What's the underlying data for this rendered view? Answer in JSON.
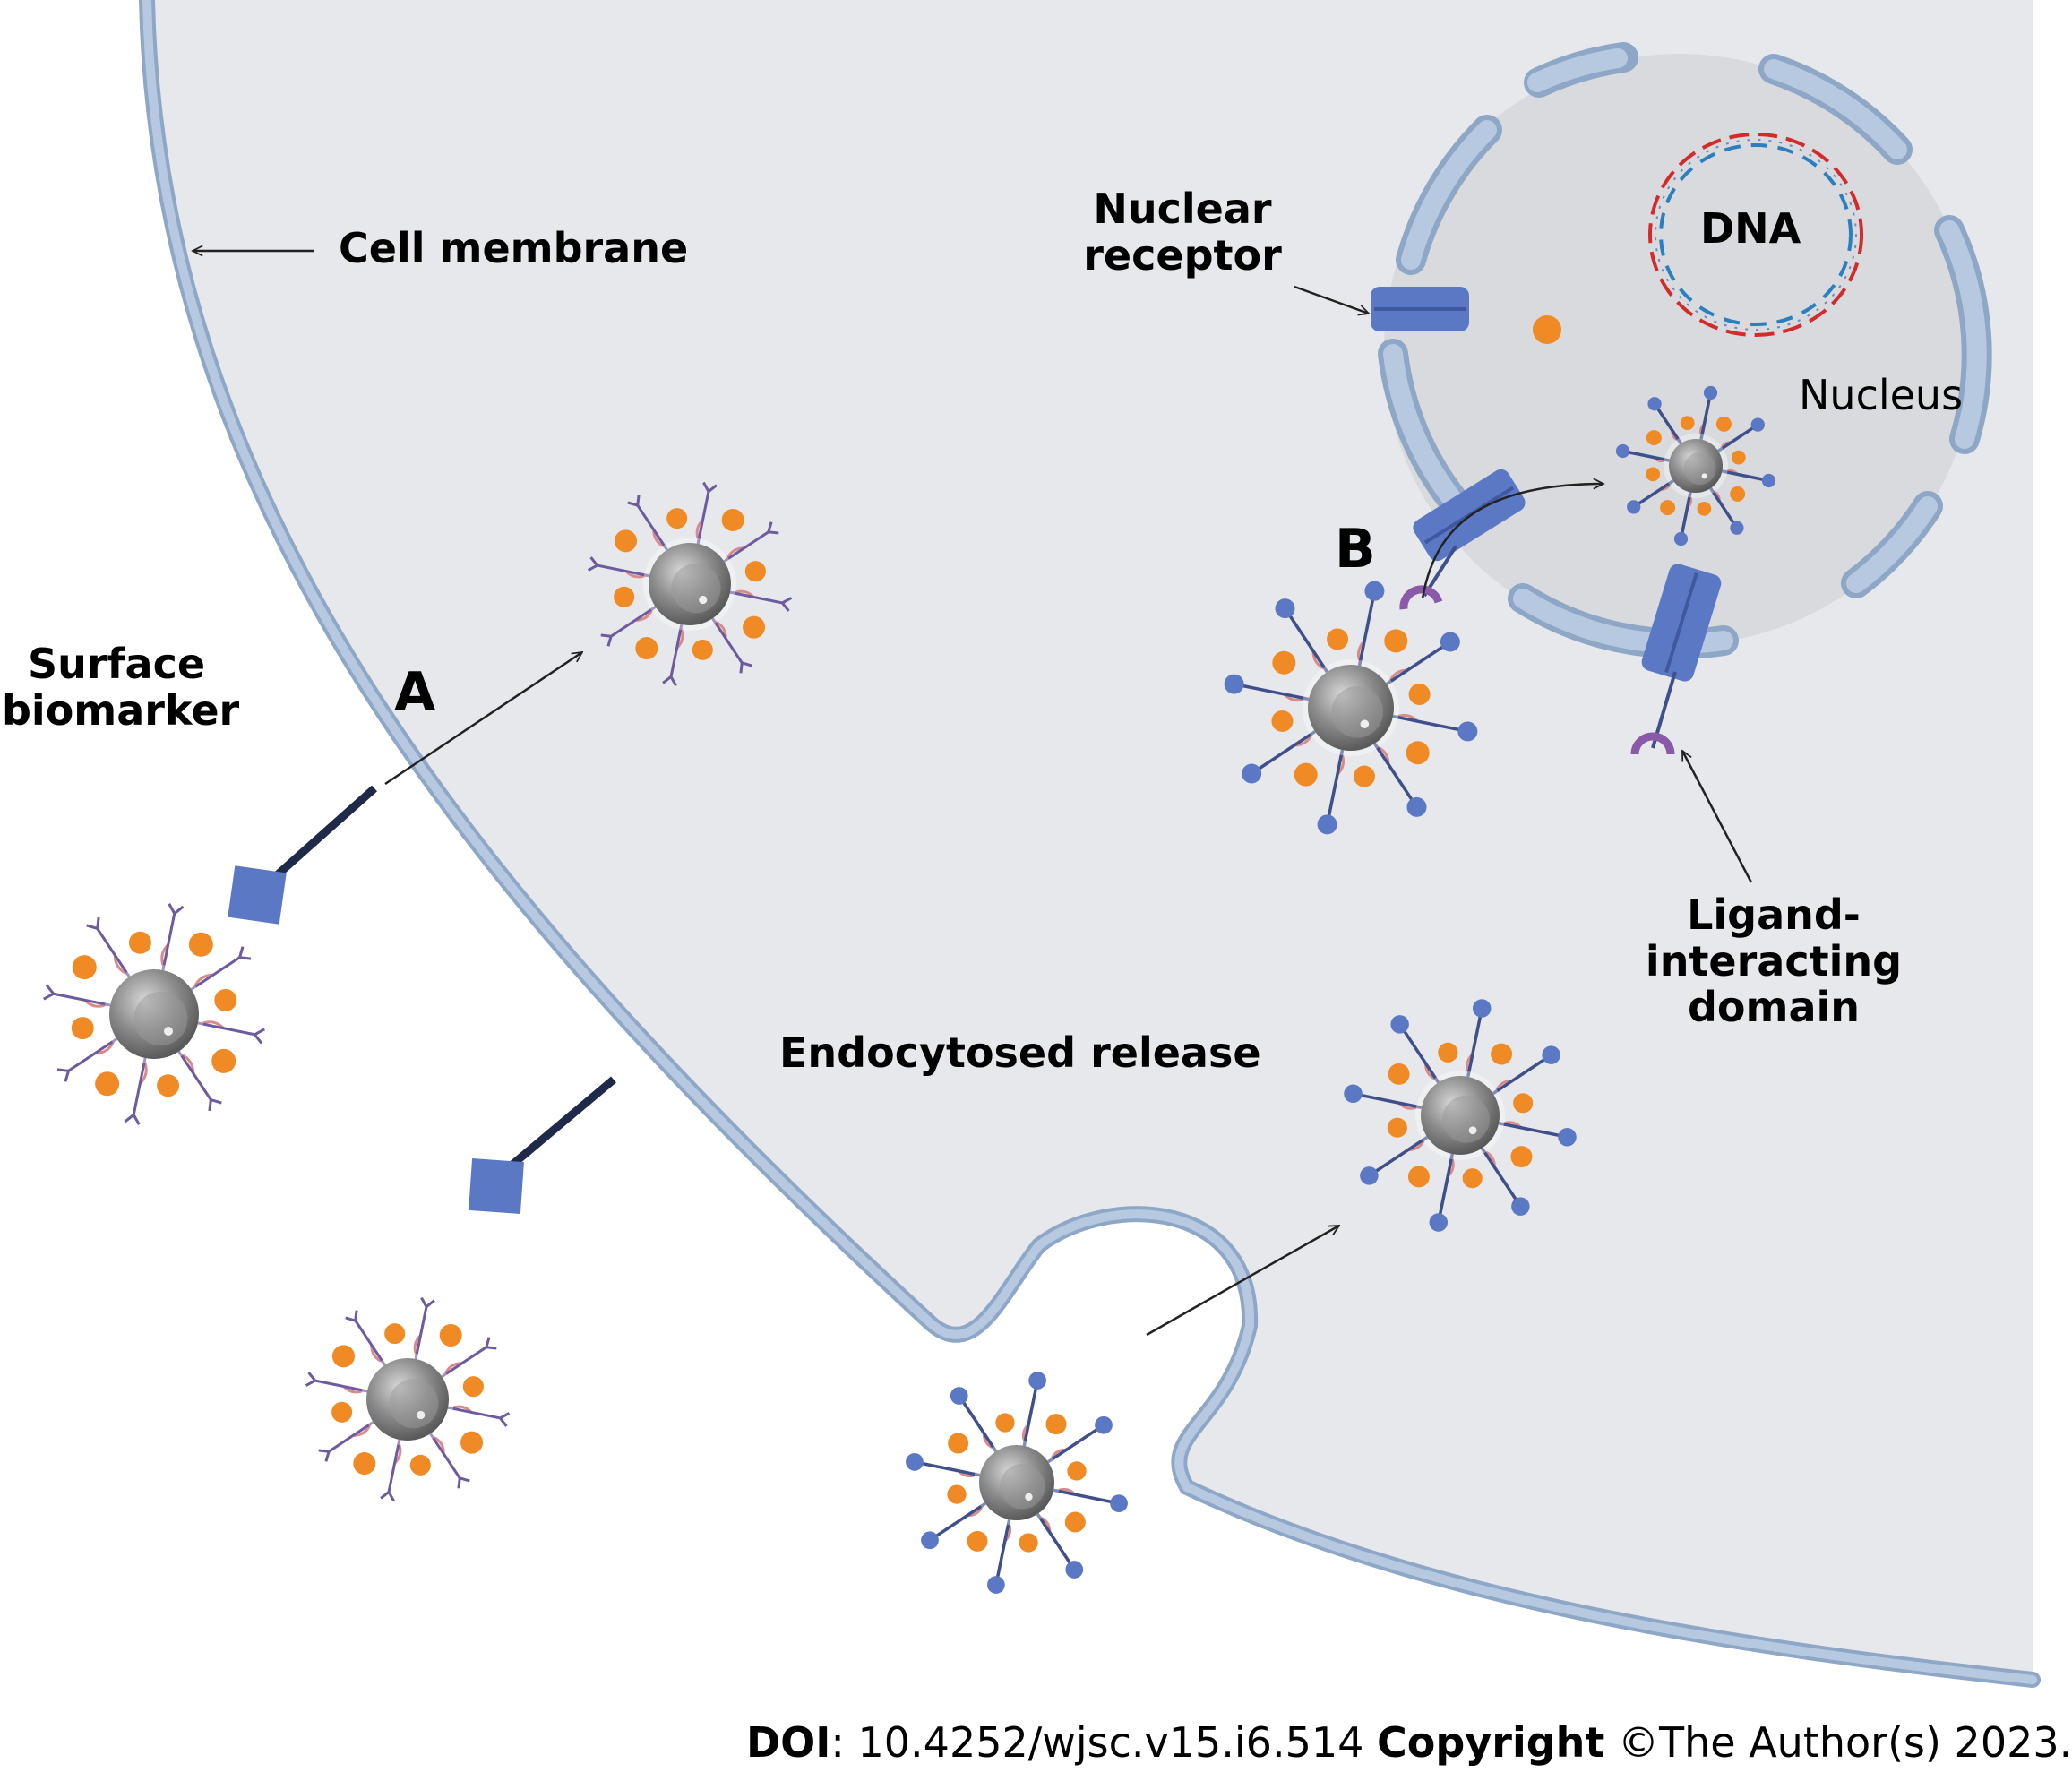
{
  "labels": {
    "cell_membrane": "Cell membrane",
    "surface_biomarker": "Surface\nbiomarker",
    "label_a": "A",
    "label_b": "B",
    "nuclear_receptor": "Nuclear\nreceptor",
    "dna": "DNA",
    "nucleus": "Nucleus",
    "ligand_domain": "Ligand-interacting\ndomain",
    "endocytosed_release": "Endocytosed release"
  },
  "footer": {
    "doi_label": "DOI",
    "doi_value": ": 10.4252/wjsc.v15.i6.514 ",
    "copyright_label": "Copyright",
    "copyright_value": " ©The Author(s) 2023."
  },
  "colors": {
    "cytoplasm": "#e7e8ec",
    "membrane": "#b7c9e0",
    "membrane_edge": "#8ea7c7",
    "nucleus": "#d9dade",
    "receptor": "#5b78c4",
    "ligand": "#8a5aa8",
    "payload": "#f08a24",
    "antibody": "#6e5a9e",
    "ball_tether": "#3f4f8a",
    "dna_red": "#d52a2a",
    "dna_blue": "#2a7fbf"
  }
}
